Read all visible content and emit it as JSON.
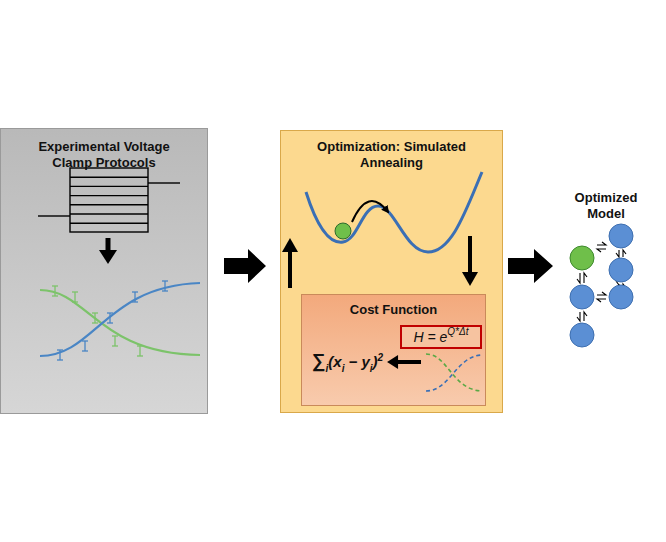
{
  "diagram": {
    "nodes": [
      {
        "text": [
          "Experimental Voltage Clamp Protocols"
        ]
      },
      {
        "text": [
          "Optimization: Simulated Annealing"
        ]
      },
      {
        "text": [
          "Cost Function"
        ],
        "in": 1
      },
      {
        "text": [
          "H = e",
          "Q*Δt"
        ],
        "in": 2
      }
    ],
    "edges": [
      {
        "from": 0,
        "to": 1,
        "arrow": "to"
      }
    ],
    "labels": [
      "Optimized Model",
      "∑",
      "i",
      "(x",
      "i",
      "− y",
      "i",
      ")",
      "2"
    ]
  }
}
